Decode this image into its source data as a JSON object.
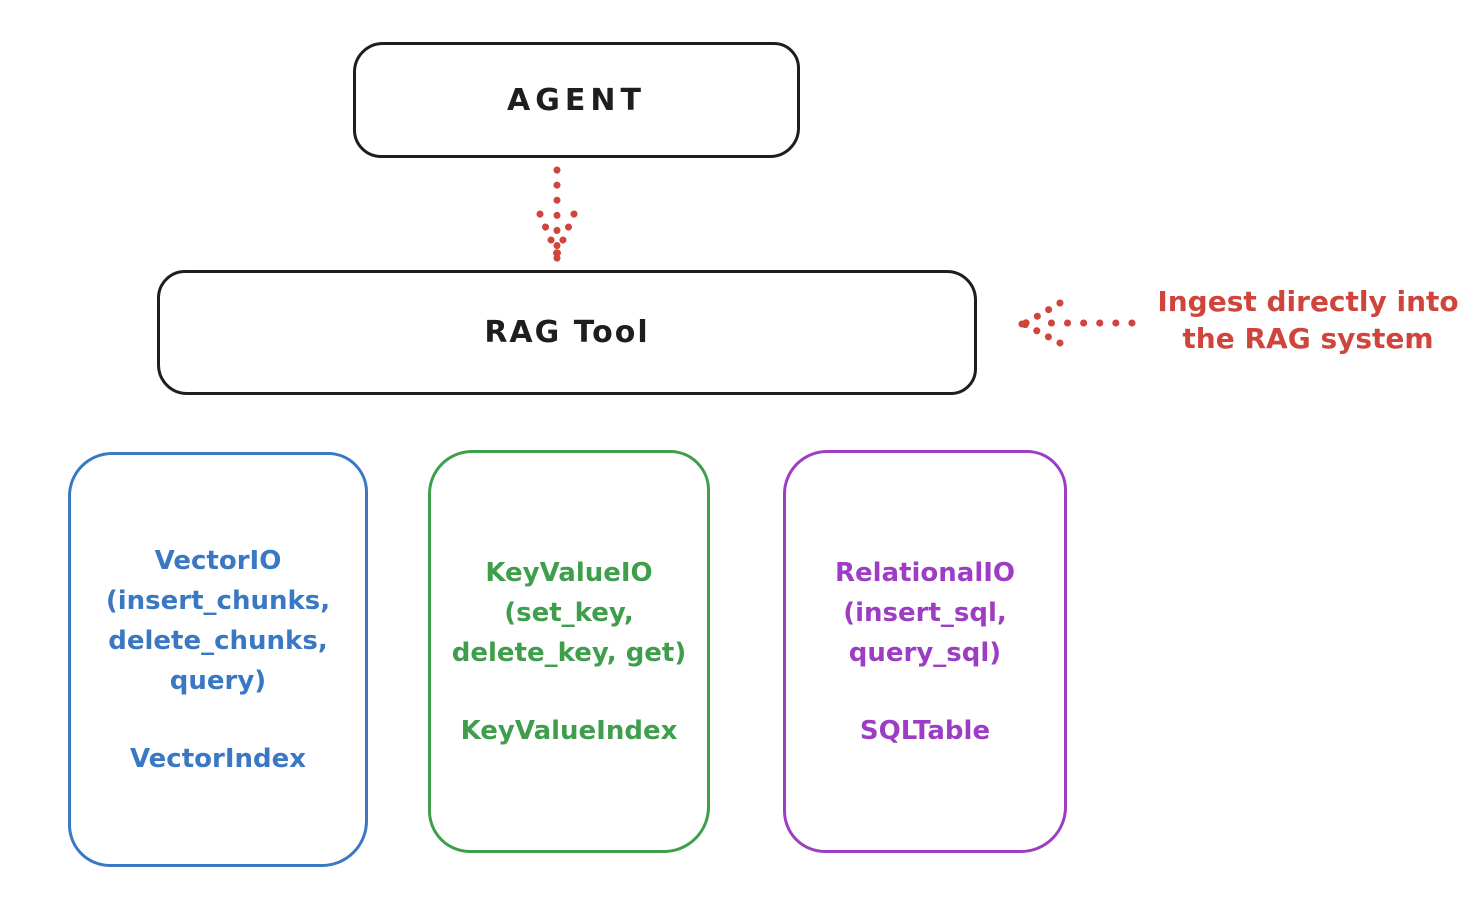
{
  "diagram": {
    "agent": {
      "label": "AGENT"
    },
    "rag_tool": {
      "label": "RAG Tool"
    },
    "annotation": {
      "line1": "Ingest directly into",
      "line2": "the RAG system"
    },
    "backends": [
      {
        "id": "vector-io",
        "color": "#3b78c4",
        "lines": [
          "VectorIO",
          "(insert_chunks,",
          "delete_chunks,",
          "query)"
        ],
        "index_label": "VectorIndex"
      },
      {
        "id": "keyvalue-io",
        "color": "#3f9e4c",
        "lines": [
          "KeyValueIO",
          "(set_key,",
          "delete_key, get)"
        ],
        "index_label": "KeyValueIndex"
      },
      {
        "id": "relational-io",
        "color": "#9d3dc4",
        "lines": [
          "RelationalIO",
          "(insert_sql,",
          "query_sql)"
        ],
        "index_label": "SQLTable"
      }
    ],
    "colors": {
      "stroke_black": "#1e1e1e",
      "accent_red": "#d0453b",
      "vector_blue": "#3b78c4",
      "keyvalue_green": "#3f9e4c",
      "relational_purple": "#9d3dc4",
      "background": "#ffffff"
    }
  }
}
